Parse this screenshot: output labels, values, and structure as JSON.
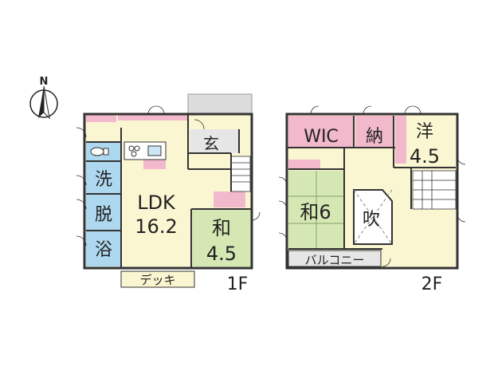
{
  "compass": {
    "north_label": "N"
  },
  "floor1": {
    "floor_label": "1F",
    "rooms": {
      "entrance": "玄",
      "washroom": "洗",
      "dressing": "脱",
      "bath": "浴",
      "ldk_name": "LDK",
      "ldk_size": "16.2",
      "washitsu_name": "和",
      "washitsu_size": "4.5",
      "deck": "デッキ"
    }
  },
  "floor2": {
    "floor_label": "2F",
    "rooms": {
      "wic": "WIC",
      "storage": "納",
      "youshitsu_name": "洋",
      "youshitsu_size": "4.5",
      "washitsu": "和6",
      "fukinuke": "吹",
      "balcony": "バルコニー"
    }
  },
  "colors": {
    "wall": "#333333",
    "floor_cream": "#fbf6d2",
    "tatami_green": "#d5e8b4",
    "wet_blue": "#aed8f0",
    "pink": "#f2b8cc",
    "gray_entry": "#dcdcdc"
  }
}
